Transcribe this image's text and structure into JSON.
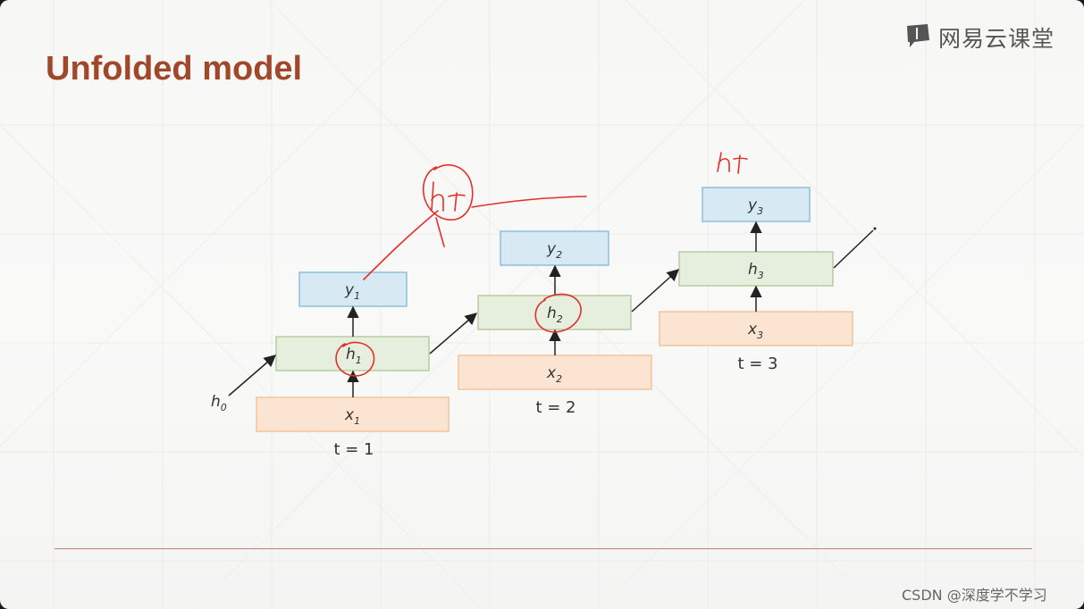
{
  "title": "Unfolded model",
  "brand": {
    "name": "网易云课堂",
    "icon": "chat-book-icon",
    "color": "#555555"
  },
  "watermark": "CSDN @深度学不学习",
  "colors": {
    "title": "#a1482a",
    "output_fill": "#d7e9f3",
    "output_stroke": "#8cc0dc",
    "hidden_fill": "#e6eede",
    "hidden_stroke": "#b7cc9f",
    "input_fill": "#fbe5d2",
    "input_stroke": "#f3c49c",
    "annotation": "#e2302a",
    "divider": "#b9826c"
  },
  "diagram": {
    "initial_state": {
      "var": "h",
      "sub": "0"
    },
    "steps": [
      {
        "output": {
          "var": "y",
          "sub": "1"
        },
        "hidden": {
          "var": "h",
          "sub": "1"
        },
        "input": {
          "var": "x",
          "sub": "1"
        },
        "time": "t = 1"
      },
      {
        "output": {
          "var": "y",
          "sub": "2"
        },
        "hidden": {
          "var": "h",
          "sub": "2"
        },
        "input": {
          "var": "x",
          "sub": "2"
        },
        "time": "t = 2"
      },
      {
        "output": {
          "var": "y",
          "sub": "3"
        },
        "hidden": {
          "var": "h",
          "sub": "3"
        },
        "input": {
          "var": "x",
          "sub": "3"
        },
        "time": "t = 3"
      }
    ]
  }
}
